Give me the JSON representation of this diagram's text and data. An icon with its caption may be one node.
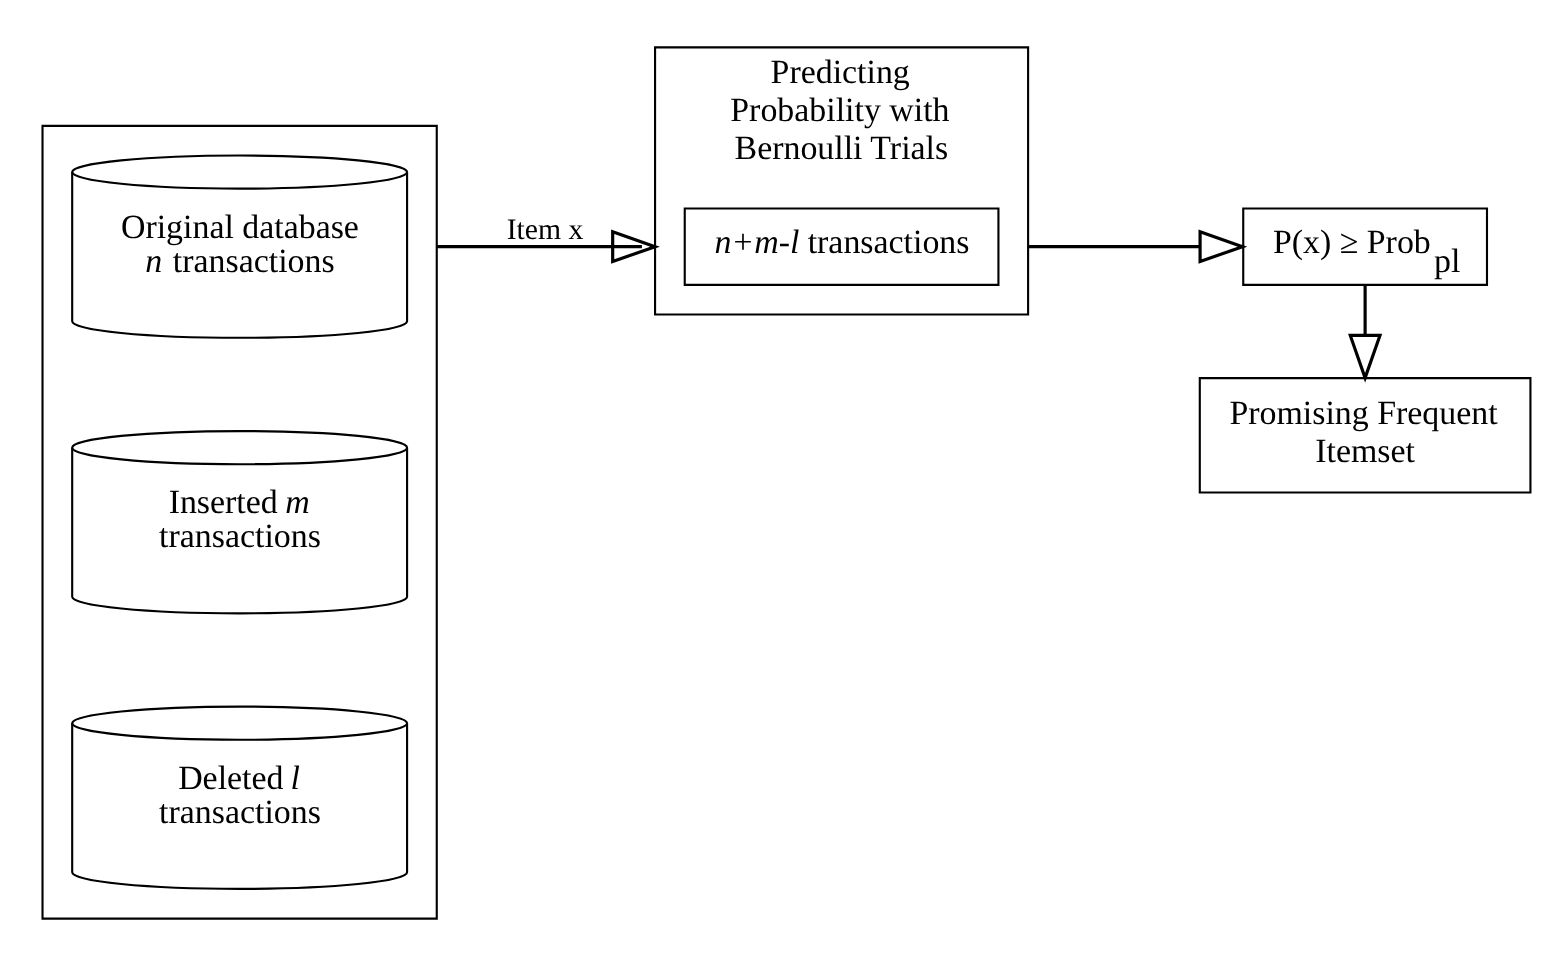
{
  "diagram": {
    "nodes": [
      {
        "text": [],
        "shape": "box"
      },
      {
        "text": [
          "Original database *n* transactions"
        ],
        "in": 0
      },
      {
        "text": [
          "Inserted *m* transactions"
        ],
        "in": 0
      },
      {
        "text": [
          "Deleted *l* transactions"
        ],
        "in": 0
      },
      {
        "text": [
          "Predicting Probability with Bernoulli Trials"
        ]
      },
      {
        "text": [
          "*n+m-l* transactions"
        ],
        "in": 4
      },
      {
        "text": [
          "P(x) ≥ Prob$_{pl}$"
        ]
      },
      {
        "text": [
          "Promising Frequent Itemset"
        ]
      }
    ],
    "edges": [
      {
        "from": 0,
        "to": 4,
        "arrow": "to",
        "label": "Item x"
      },
      {
        "from": 4,
        "to": 6,
        "arrow": "to"
      },
      {
        "from": 6,
        "to": 7,
        "arrow": "to"
      }
    ]
  }
}
